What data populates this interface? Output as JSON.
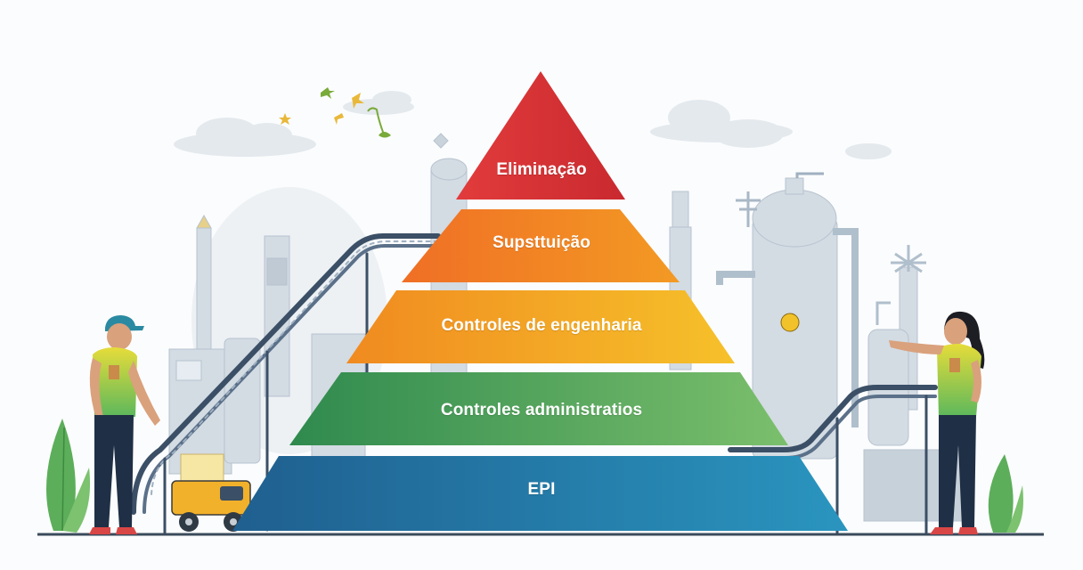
{
  "pyramid": {
    "levels": [
      {
        "label": "Eliminação",
        "color_start": "#e23b3c",
        "color_end": "#c92a2f"
      },
      {
        "label": "Supsttuição",
        "color_start": "#f06f25",
        "color_end": "#f39a24"
      },
      {
        "label": "Controles de engenharia",
        "color_start": "#f08a20",
        "color_end": "#f6c12a"
      },
      {
        "label": "Controles administratios",
        "color_start": "#2f8a4e",
        "color_end": "#7bbf6c"
      },
      {
        "label": "EPI",
        "color_start": "#1f5f8f",
        "color_end": "#2a95bf"
      }
    ]
  },
  "palette": {
    "background": "#fbfcfd",
    "industrial_tone": "#c9d3dc",
    "conveyor": "#3b4f66",
    "ground": "#3a4a5c"
  }
}
